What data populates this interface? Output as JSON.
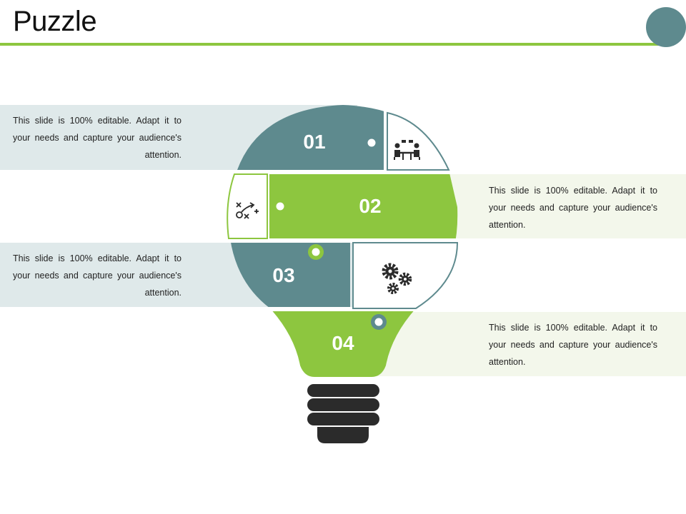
{
  "title": "Puzzle",
  "colors": {
    "accent_green": "#8dc63f",
    "accent_teal": "#5e8a8e",
    "band_teal": "#dfe9ea",
    "band_green": "#f3f7eb",
    "bulb_base": "#2b2b2b"
  },
  "steps": [
    {
      "number": "01",
      "text": "This slide is 100% editable. Adapt it to your needs and capture your audience's attention.",
      "icon": "meeting-icon"
    },
    {
      "number": "02",
      "text": "This slide is 100% editable. Adapt it to your needs and capture your audience's attention.",
      "icon": "strategy-icon"
    },
    {
      "number": "03",
      "text": "This slide is 100% editable. Adapt it to your needs and capture your audience's attention.",
      "icon": "gears-icon"
    },
    {
      "number": "04",
      "text": "This slide is 100% editable. Adapt it to your needs and capture your audience's attention."
    }
  ]
}
